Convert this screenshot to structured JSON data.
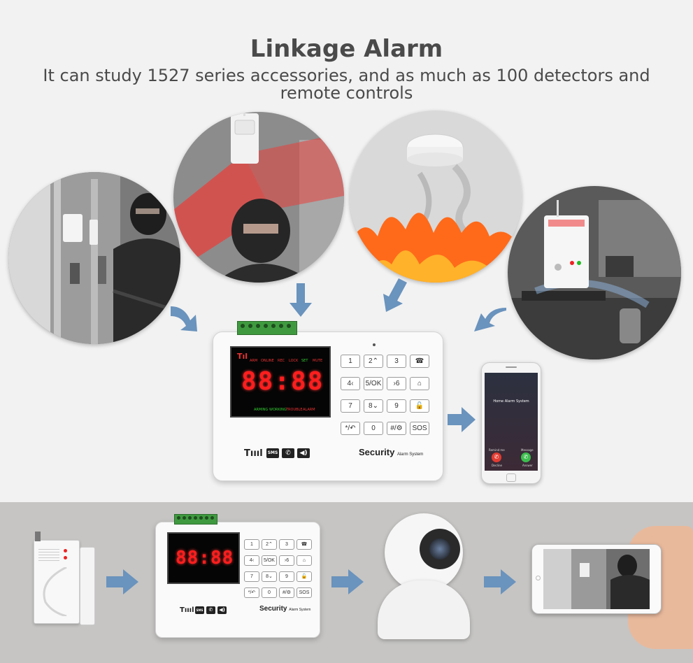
{
  "header": {
    "title": "Linkage Alarm",
    "subtitle": "It can study 1527 series accessories, and as much as 100 detectors and remote controls"
  },
  "panel": {
    "display_digits": "88:88",
    "keys": [
      "1",
      "2⌃",
      "3",
      "☎",
      "4‹",
      "5/OK",
      "›6",
      "⌂",
      "7",
      "8⌄",
      "9",
      "🔓",
      "*/↶",
      "0",
      "#/⚙",
      "SOS"
    ],
    "brand": "Security",
    "brand_sub": "Alarm System",
    "sms_label": "SMS",
    "screen_top_labels": [
      "ARM",
      "ONLINE",
      "REC",
      "LOCK",
      "SET",
      "MUTE"
    ],
    "screen_bottom_labels": [
      "ARMING",
      "WORKING",
      "TROUBLE",
      "ALARM"
    ]
  },
  "phone": {
    "app_title": "Home Alarm System",
    "remind_label": "Remind me",
    "message_label": "Message",
    "decline_label": "Decline",
    "answer_label": "Answer"
  },
  "small_panel": {
    "display_digits": "88:88",
    "keys": [
      "1",
      "2⌃",
      "3",
      "☎",
      "4‹",
      "5/OK",
      "›6",
      "⌂",
      "7",
      "8⌄",
      "9",
      "🔓",
      "*/↶",
      "0",
      "#/⚙",
      "SOS"
    ],
    "brand": "Security",
    "brand_sub": "Alarm System",
    "sms_label": "SMS"
  },
  "colors": {
    "arrow": "#6a93bd",
    "band": "#c6c5c3",
    "digits": "#ff1e1e",
    "terminal": "#3f9a3f"
  }
}
